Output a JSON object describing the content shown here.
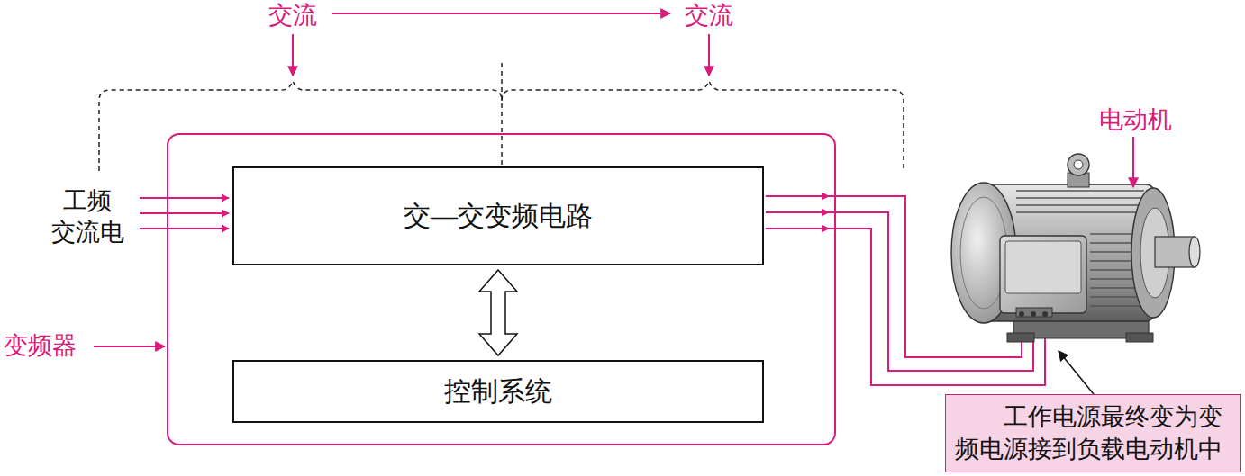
{
  "diagram": {
    "nodes": [
      {
        "text": [
          "变频器"
        ]
      },
      {
        "text": [
          "交—交变频电路"
        ],
        "in": 0
      },
      {
        "text": [
          "控制系统"
        ],
        "in": 0
      },
      {
        "text": [
          "工作电源最终变为变频电源接到负载电动机中"
        ]
      }
    ],
    "edges": [
      {
        "from": 1,
        "to": 2,
        "arrow": "both"
      }
    ],
    "labels": [
      "交流",
      "交流",
      "工频 交流电",
      "电动机"
    ]
  }
}
